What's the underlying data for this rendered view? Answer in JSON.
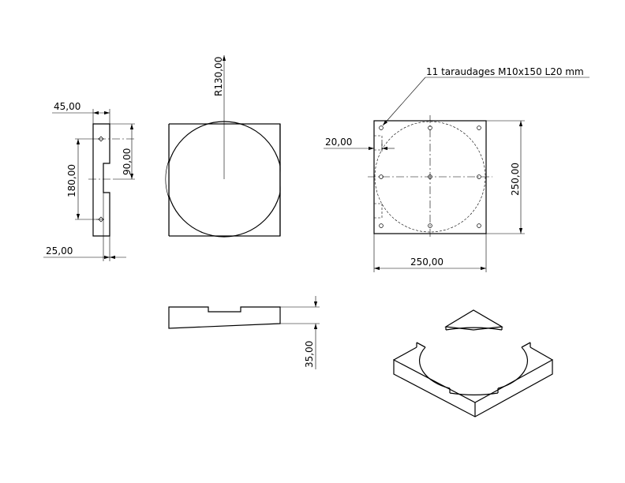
{
  "drawing": {
    "dimensions": {
      "side_width": "45,00",
      "side_height": "180,00",
      "side_slot": "90,00",
      "side_thickness": "25,00",
      "radius": "R130,00",
      "hole_offset": "20,00",
      "plate_height": "250,00",
      "plate_width": "250,00",
      "front_height": "35,00"
    },
    "notes": {
      "tapping": "11 taraudages M10x150 L20 mm"
    }
  }
}
